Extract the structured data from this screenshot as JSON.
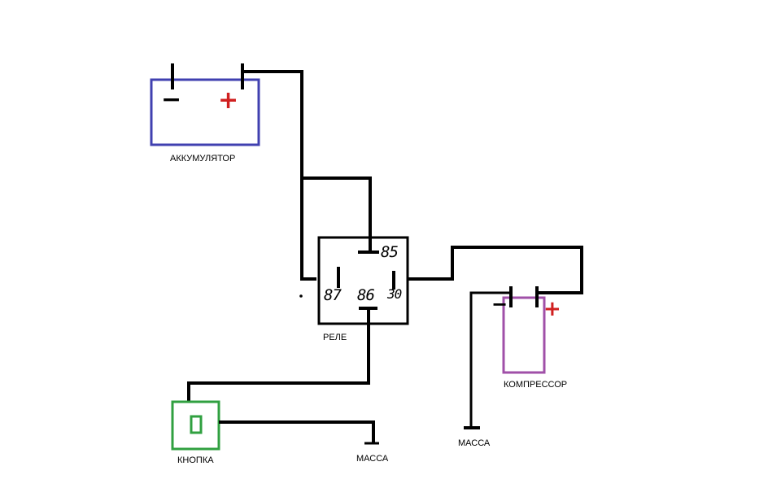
{
  "colors": {
    "wire": "#000000",
    "battery": "#4040b0",
    "compressor": "#a050a8",
    "button": "#30a040",
    "plus": "#d02020"
  },
  "labels": {
    "battery": "АККУМУЛЯТОР",
    "relay": "РЕЛЕ",
    "button": "КНОПКА",
    "ground_button": "МАССА",
    "ground_compressor": "МАССА",
    "compressor": "КОМПРЕССОР"
  },
  "relay_pins": {
    "p85": "85",
    "p87": "87",
    "p86": "86",
    "p30": "30"
  },
  "signs": {
    "battery_minus": "−",
    "battery_plus": "+",
    "compressor_minus": "−",
    "compressor_plus": "+"
  }
}
